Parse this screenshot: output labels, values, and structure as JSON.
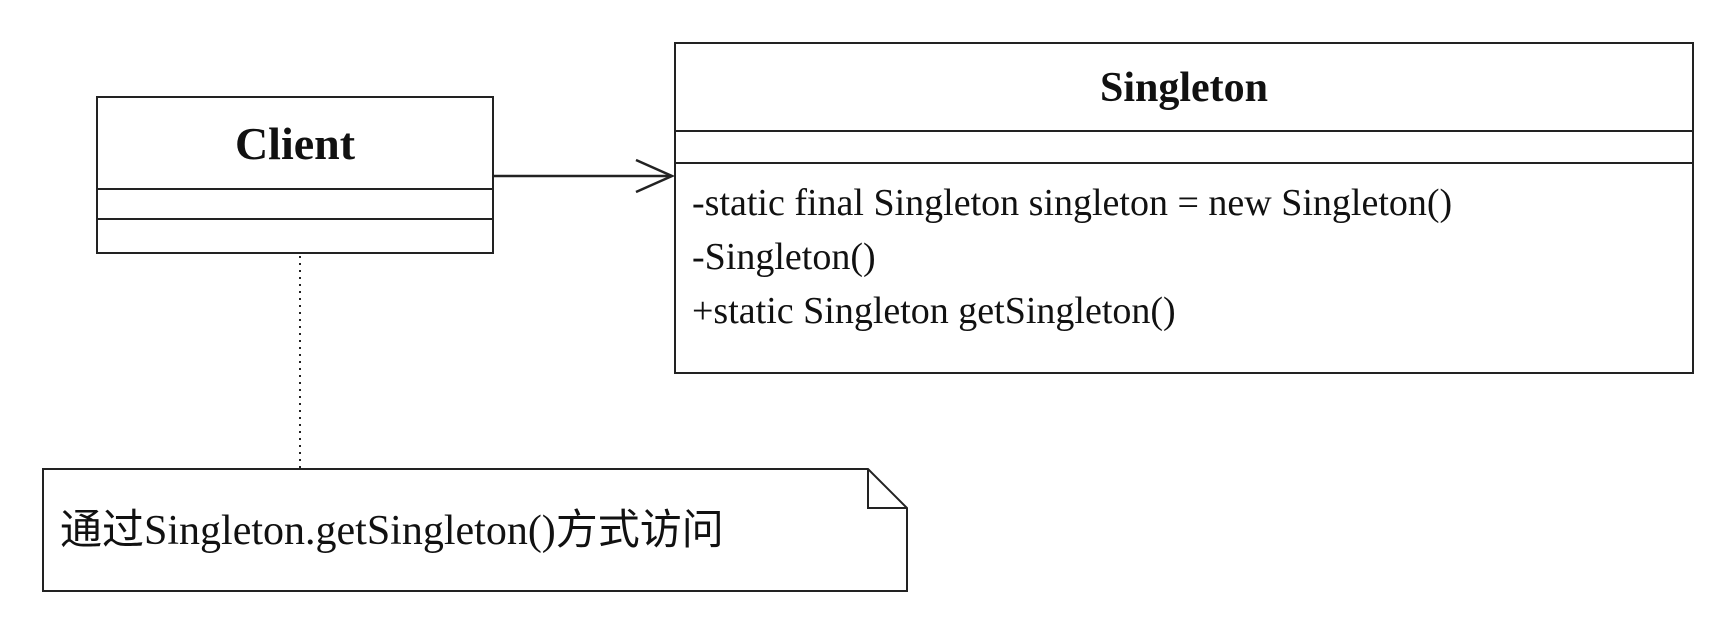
{
  "diagram": {
    "classes": [
      {
        "id": "client",
        "name": "Client",
        "attributes": [],
        "operations": []
      },
      {
        "id": "singleton",
        "name": "Singleton",
        "attributes": [],
        "operations": [
          "-static final Singleton singleton = new Singleton()",
          "-Singleton()",
          "+static Singleton getSingleton()"
        ]
      }
    ],
    "relationships": [
      {
        "type": "association",
        "from": "Client",
        "to": "Singleton"
      },
      {
        "type": "note-anchor",
        "from": "Client",
        "to": "note"
      }
    ],
    "note": {
      "text": "通过Singleton.getSingleton()方式访问"
    }
  }
}
